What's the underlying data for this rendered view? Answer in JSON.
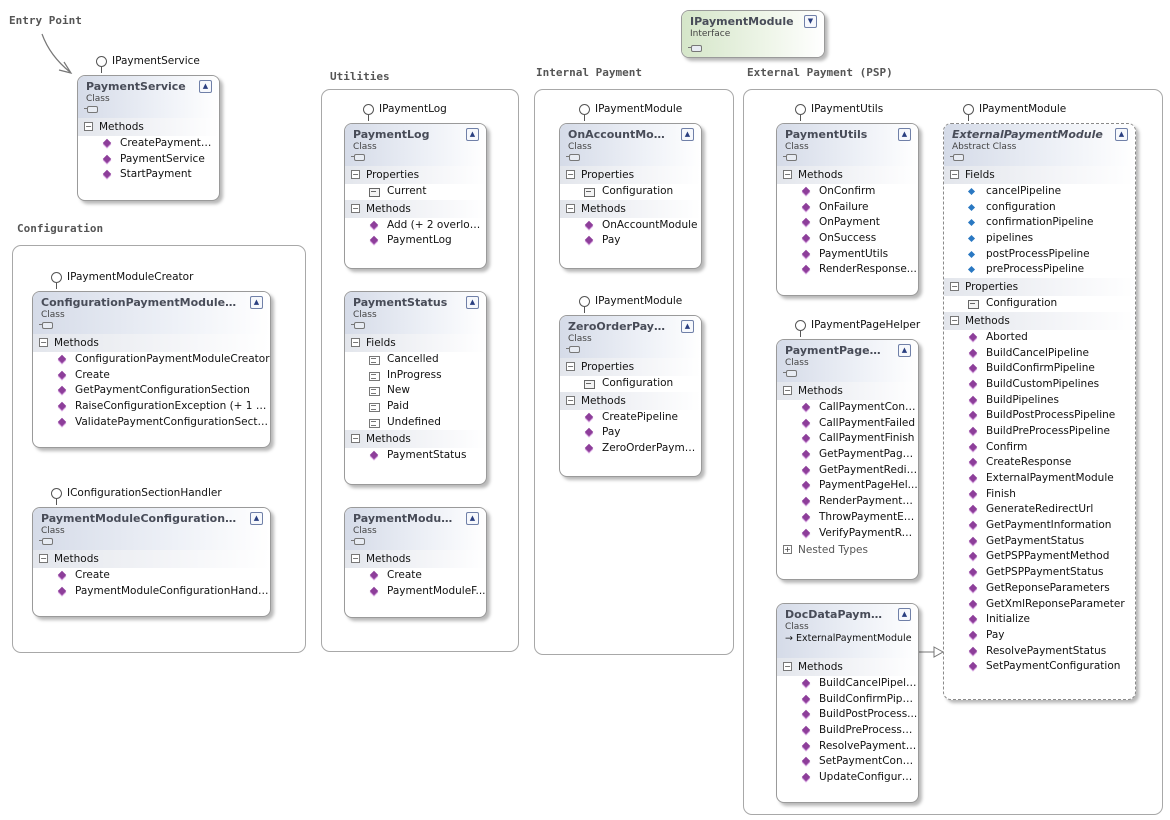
{
  "entry_point": "Entry Point",
  "groups": {
    "utilities": "Utilities",
    "internal": "Internal Payment",
    "external": "External Payment (PSP)",
    "configuration": "Configuration"
  },
  "lollipops": [
    "IPaymentService",
    "IPaymentLog",
    "IPaymentModule",
    "IPaymentUtils",
    "IPaymentModule",
    "IPaymentModuleCreator",
    "IPaymentModule",
    "IPaymentPageHelper",
    "IConfigurationSectionHandler"
  ],
  "classes": {
    "ipaymentmodule": {
      "name": "IPaymentModule",
      "kind": "Interface"
    },
    "paymentservice": {
      "name": "PaymentService",
      "kind": "Class",
      "sections": [
        {
          "title": "Methods",
          "members": [
            "CreatePaymentM...",
            "PaymentService",
            "StartPayment"
          ]
        }
      ]
    },
    "paymentlog": {
      "name": "PaymentLog",
      "kind": "Class",
      "sections": [
        {
          "title": "Properties",
          "members": [
            "Current"
          ]
        },
        {
          "title": "Methods",
          "members": [
            "Add (+ 2 overloa...",
            "PaymentLog"
          ]
        }
      ]
    },
    "paymentstatus": {
      "name": "PaymentStatus",
      "kind": "Class",
      "sections": [
        {
          "title": "Fields",
          "members": [
            "Cancelled",
            "InProgress",
            "New",
            "Paid",
            "Undefined"
          ]
        },
        {
          "title": "Methods",
          "members": [
            "PaymentStatus"
          ]
        }
      ]
    },
    "paymentmodulef": {
      "name": "PaymentModule...",
      "kind": "Class",
      "sections": [
        {
          "title": "Methods",
          "members": [
            "Create",
            "PaymentModuleF..."
          ]
        }
      ]
    },
    "onaccount": {
      "name": "OnAccountModule",
      "kind": "Class",
      "sections": [
        {
          "title": "Properties",
          "members": [
            "Configuration"
          ]
        },
        {
          "title": "Methods",
          "members": [
            "OnAccountModule",
            "Pay"
          ]
        }
      ]
    },
    "zeroorder": {
      "name": "ZeroOrderPaym...",
      "kind": "Class",
      "sections": [
        {
          "title": "Properties",
          "members": [
            "Configuration"
          ]
        },
        {
          "title": "Methods",
          "members": [
            "CreatePipeline",
            "Pay",
            "ZeroOrderPayme..."
          ]
        }
      ]
    },
    "paymentutils": {
      "name": "PaymentUtils",
      "kind": "Class",
      "sections": [
        {
          "title": "Methods",
          "members": [
            "OnConfirm",
            "OnFailure",
            "OnPayment",
            "OnSuccess",
            "PaymentUtils",
            "RenderResponse..."
          ]
        }
      ]
    },
    "paymentpagehelper": {
      "name": "PaymentPageHe...",
      "kind": "Class",
      "sections": [
        {
          "title": "Methods",
          "members": [
            "CallPaymentConfi...",
            "CallPaymentFailed",
            "CallPaymentFinish",
            "GetPaymentPage...",
            "GetPaymentRedir...",
            "PaymentPageHel...",
            "RenderPaymentR...",
            "ThrowPaymentEx...",
            "VerifyPaymentRe..."
          ]
        }
      ],
      "nested": "Nested Types"
    },
    "docdata": {
      "name": "DocDataPaymen...",
      "kind": "Class",
      "inherits": "ExternalPaymentModule",
      "sections": [
        {
          "title": "Methods",
          "members": [
            "BuildCancelPipeline",
            "BuildConfirmPipel...",
            "BuildPostProcess...",
            "BuildPreProcessPi...",
            "ResolvePaymentS...",
            "SetPaymentConfi...",
            "UpdateConfigurat..."
          ]
        }
      ]
    },
    "external": {
      "name": "ExternalPaymentModule",
      "kind": "Abstract Class",
      "sections": [
        {
          "title": "Fields",
          "members": [
            "cancelPipeline",
            "configuration",
            "confirmationPipeline",
            "pipelines",
            "postProcessPipeline",
            "preProcessPipeline"
          ]
        },
        {
          "title": "Properties",
          "members": [
            "Configuration"
          ]
        },
        {
          "title": "Methods",
          "members": [
            "Aborted",
            "BuildCancelPipeline",
            "BuildConfirmPipeline",
            "BuildCustomPipelines",
            "BuildPipelines",
            "BuildPostProcessPipeline",
            "BuildPreProcessPipeline",
            "Confirm",
            "CreateResponse",
            "ExternalPaymentModule",
            "Finish",
            "GenerateRedirectUrl",
            "GetPaymentInformation",
            "GetPaymentStatus",
            "GetPSPPaymentMethod",
            "GetPSPPaymentStatus",
            "GetReponseParameters",
            "GetXmlReponseParameter",
            "Initialize",
            "Pay",
            "ResolvePaymentStatus",
            "SetPaymentConfiguration"
          ]
        }
      ]
    },
    "configcreator": {
      "name": "ConfigurationPaymentModuleCre...",
      "kind": "Class",
      "sections": [
        {
          "title": "Methods",
          "members": [
            "ConfigurationPaymentModuleCreator",
            "Create",
            "GetPaymentConfigurationSection",
            "RaiseConfigurationException (+ 1 ov...",
            "ValidatePaymentConfigurationSection"
          ]
        }
      ]
    },
    "confighandler": {
      "name": "PaymentModuleConfigurationHa...",
      "kind": "Class",
      "sections": [
        {
          "title": "Methods",
          "members": [
            "Create",
            "PaymentModuleConfigurationHandler"
          ]
        }
      ]
    }
  }
}
